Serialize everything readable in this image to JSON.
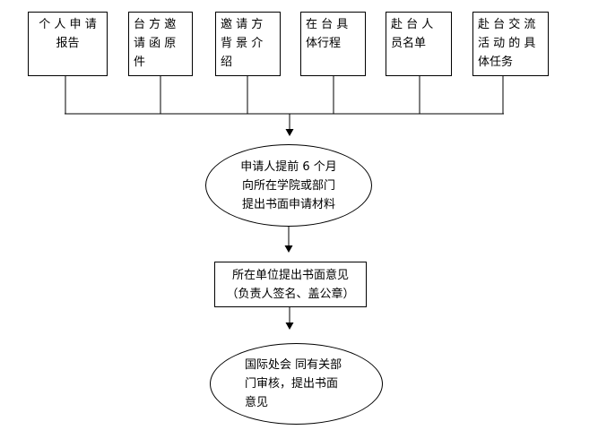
{
  "colors": {
    "stroke": "#000000",
    "text": "#000000",
    "fill": "#ffffff",
    "background": "#ffffff"
  },
  "flowchart": {
    "top_boxes": [
      {
        "label": "个人申请报告",
        "lines": [
          "个 人 申 请",
          "报告"
        ]
      },
      {
        "label": "台方邀请函原件",
        "lines": [
          "台 方 邀",
          "请 函 原",
          "件"
        ]
      },
      {
        "label": "邀请方背景介绍",
        "lines": [
          "邀 请 方",
          "背 景 介",
          "绍"
        ]
      },
      {
        "label": "在台具体行程",
        "lines": [
          "在 台 具",
          "体行程"
        ]
      },
      {
        "label": "赴台人员名单",
        "lines": [
          "赴 台 人",
          "员名单"
        ]
      },
      {
        "label": "赴台交流活动的具体任务",
        "lines": [
          "赴 台 交 流",
          "活 动 的 具",
          "体任务"
        ]
      }
    ],
    "step1": {
      "label": "申请人提前6个月向所在学院或部门提出书面申请材料",
      "lines": [
        "申请人提前 6 个月",
        "向所在学院或部门",
        "提出书面申请材料"
      ]
    },
    "step2": {
      "label": "所在单位提出书面意见（负责人签名、盖公章）",
      "lines": [
        "所在单位提出书面意见",
        "（负责人签名、盖公章）"
      ]
    },
    "step3": {
      "label": "国际处会同有关部门审核，提出书面意见",
      "lines": [
        "国际处会 同有关部",
        "门审核，提出书面",
        "意见"
      ]
    }
  }
}
